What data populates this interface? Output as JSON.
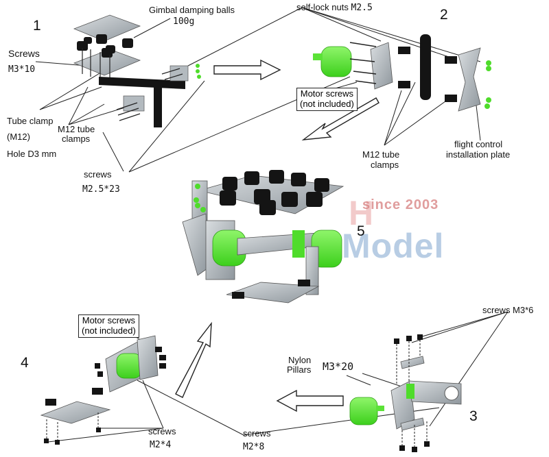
{
  "steps": {
    "s1": "1",
    "s2": "2",
    "s3": "3",
    "s4": "4",
    "s5": "5"
  },
  "labels": {
    "gimbal_balls": "Gimbal damping balls",
    "gimbal_balls_weight": "100g",
    "screws_title": "Screws",
    "screws_m3x10": "M3*10",
    "tube_clamp": "Tube clamp",
    "tube_clamp_size": "(M12)",
    "hole": "Hole D3 mm",
    "m12_clamps_1_line1": "M12 tube",
    "m12_clamps_1_line2": "clamps",
    "screws_m25_title": "screws",
    "screws_m25x23": "M2.5*23",
    "self_lock": "self-lock nuts",
    "self_lock_size": "M2.5",
    "motor_screws_a_line1": "Motor screws",
    "motor_screws_a_line2": "(not included)",
    "m12_clamps_2_line1": "M12 tube",
    "m12_clamps_2_line2": "clamps",
    "fc_plate_line1": "flight control",
    "fc_plate_line2": "installation plate",
    "screws_m3x6": "screws M3*6",
    "nylon_line1": "Nylon",
    "nylon_line2": "Pillars",
    "m3x20": "M3*20",
    "motor_screws_b_line1": "Motor screws",
    "motor_screws_b_line2": "(not included)",
    "screws_m2x4_title": "screws",
    "screws_m2x4": "M2*4",
    "screws_m2x8_title": "screws",
    "screws_m2x8": "M2*8"
  },
  "watermark": {
    "brand_letters": "Model",
    "since": "since 2003",
    "color": "#7fa6cf",
    "accent": "#e58c8c"
  },
  "colors": {
    "motor": "#66e83a",
    "metal": "#b9bfc4",
    "metal_dark": "#7d858b",
    "black": "#161616",
    "arrow": "#ffffff",
    "line": "#222222"
  }
}
